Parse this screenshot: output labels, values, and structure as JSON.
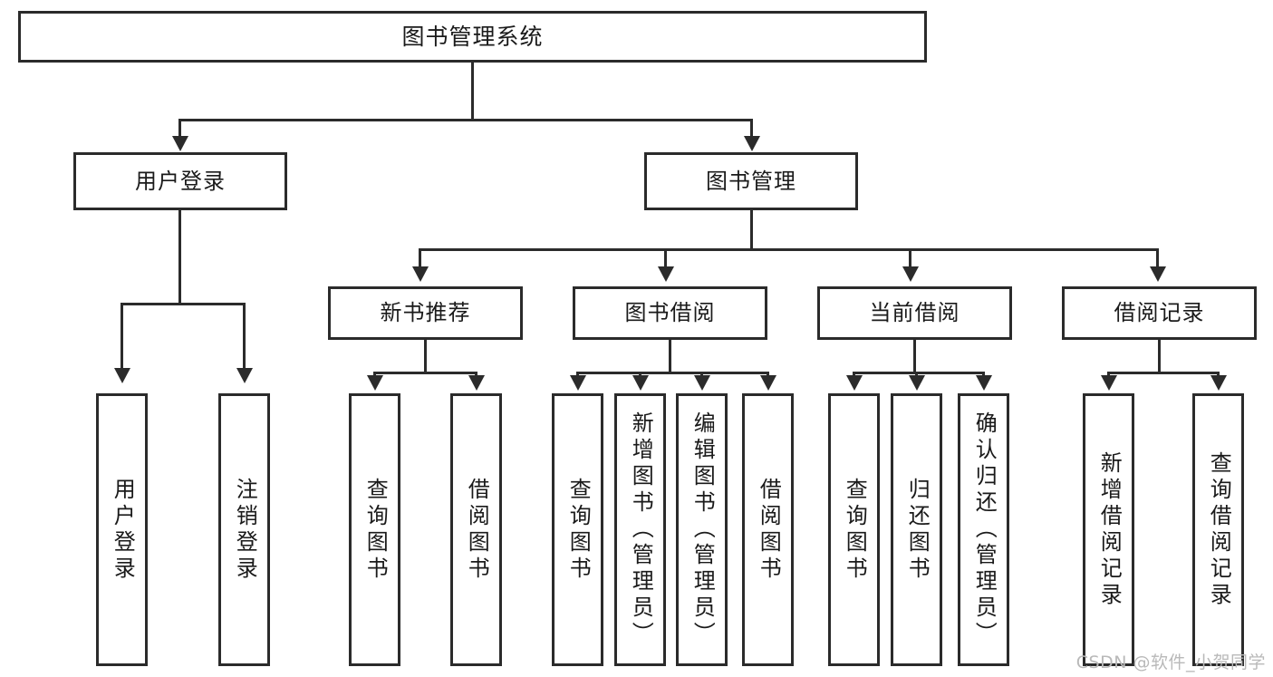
{
  "diagram": {
    "title": "图书管理系统",
    "root": {
      "label": "图书管理系统"
    },
    "level2": [
      {
        "label": "用户登录"
      },
      {
        "label": "图书管理"
      }
    ],
    "level3": [
      {
        "label": "新书推荐"
      },
      {
        "label": "图书借阅"
      },
      {
        "label": "当前借阅"
      },
      {
        "label": "借阅记录"
      }
    ],
    "leaves": {
      "user_login": [
        {
          "label": "用户登录"
        },
        {
          "label": "注销登录"
        }
      ],
      "new_book": [
        {
          "label": "查询图书"
        },
        {
          "label": "借阅图书"
        }
      ],
      "book_borrow": [
        {
          "label": "查询图书"
        },
        {
          "label": "新增图书（管理员）"
        },
        {
          "label": "编辑图书（管理员）"
        },
        {
          "label": "借阅图书"
        }
      ],
      "current_borrow": [
        {
          "label": "查询图书"
        },
        {
          "label": "归还图书"
        },
        {
          "label": "确认归还（管理员）"
        }
      ],
      "borrow_record": [
        {
          "label": "新增借阅记录"
        },
        {
          "label": "查询借阅记录"
        }
      ]
    }
  },
  "watermark": {
    "text": "CSDN @软件_小贺同学"
  },
  "colors": {
    "stroke": "#2b2b2b",
    "background": "#ffffff",
    "text": "#1a1a1a",
    "watermark": "#b9b9b9"
  }
}
